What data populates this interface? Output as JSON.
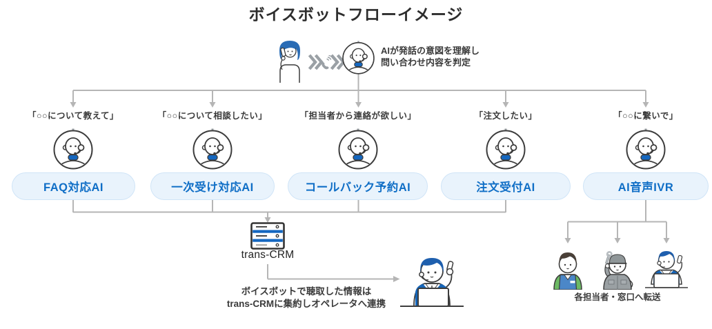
{
  "title": "ボイスボットフローイメージ",
  "intro": {
    "caller_icon": "person-on-phone-icon",
    "waves_icon": "sound-waves-icon",
    "ai_icon": "ai-operator-icon",
    "caption_line1": "AIが発話の意図を理解し",
    "caption_line2": "問い合わせ内容を判定"
  },
  "branches": [
    {
      "quote": "「○○について教えて」",
      "bot": "FAQ対応AI"
    },
    {
      "quote": "「○○について相談したい」",
      "bot": "一次受け対応AI"
    },
    {
      "quote": "「担当者から連絡が欲しい」",
      "bot": "コールバック予約AI"
    },
    {
      "quote": "「注文したい」",
      "bot": "注文受付AI"
    },
    {
      "quote": "「○○に繋いで」",
      "bot": "AI音声IVR"
    }
  ],
  "crm": {
    "server_icon": "server-icon",
    "label": "trans-CRM",
    "caption_line1": "ボイスボットで聴取した情報は",
    "caption_line2": "trans-CRMに集約しオペレータへ連携",
    "operator_icon": "operator-at-laptop-icon"
  },
  "transfer": {
    "caption": "各担当者・窓口へ転送",
    "people_icons": [
      "store-clerk-icon",
      "field-worker-icon",
      "operator-at-laptop-icon"
    ]
  },
  "colors": {
    "accent_blue": "#0f6ec6",
    "pill_fill": "#e9f3fc",
    "pill_border": "#cfe4f7",
    "line_gray": "#b5b5b5",
    "text_dark": "#3a3a3a",
    "collar_blue": "#1467c0",
    "hair_blue": "#2a6cb5",
    "apron_blue": "#4b87c8",
    "shirt_green": "#6cb964",
    "uniform_gray": "#9aa0a3"
  }
}
